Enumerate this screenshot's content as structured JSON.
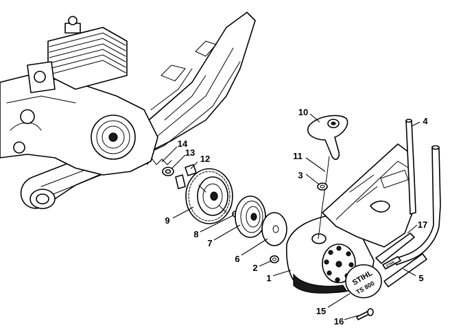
{
  "callouts": [
    {
      "id": "1",
      "label": "1"
    },
    {
      "id": "2",
      "label": "2"
    },
    {
      "id": "3",
      "label": "3"
    },
    {
      "id": "4",
      "label": "4"
    },
    {
      "id": "5",
      "label": "5"
    },
    {
      "id": "6",
      "label": "6"
    },
    {
      "id": "7",
      "label": "7"
    },
    {
      "id": "8",
      "label": "8"
    },
    {
      "id": "9",
      "label": "9"
    },
    {
      "id": "10",
      "label": "10"
    },
    {
      "id": "11",
      "label": "11"
    },
    {
      "id": "12",
      "label": "12"
    },
    {
      "id": "13",
      "label": "13"
    },
    {
      "id": "14",
      "label": "14"
    },
    {
      "id": "15",
      "label": "15"
    },
    {
      "id": "16",
      "label": "16"
    },
    {
      "id": "17",
      "label": "17"
    }
  ],
  "logos": {
    "brand": "STIHL",
    "model": "TS 800",
    "decal_brand": "STIHL"
  },
  "colors": {
    "line": "#000000",
    "fill": "#ffffff"
  }
}
